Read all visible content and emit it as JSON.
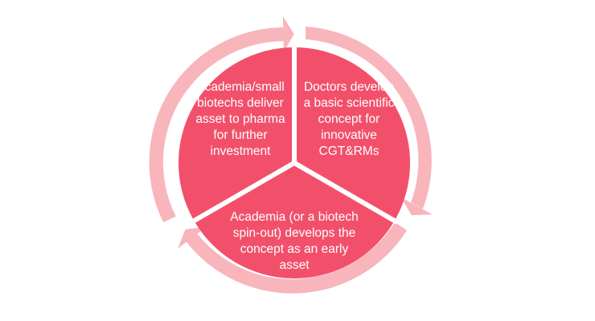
{
  "diagram": {
    "colors": {
      "segment_fill": "#f2506a",
      "ring_arrow": "#f8b5bc",
      "divider": "#ffffff",
      "text": "#ffffff"
    },
    "stages": [
      {
        "id": "academia-delivers",
        "lines": [
          "Academia/small",
          "biotechs deliver",
          "asset to pharma",
          "for further",
          "investment"
        ]
      },
      {
        "id": "doctors-develop",
        "lines": [
          "Doctors develop",
          "a basic scientific",
          "concept for",
          "innovative",
          "CGT&RMs"
        ]
      },
      {
        "id": "academia-develops",
        "lines": [
          "Academia (or a biotech",
          "spin-out) develops the",
          "concept as an early",
          "asset"
        ]
      }
    ]
  }
}
